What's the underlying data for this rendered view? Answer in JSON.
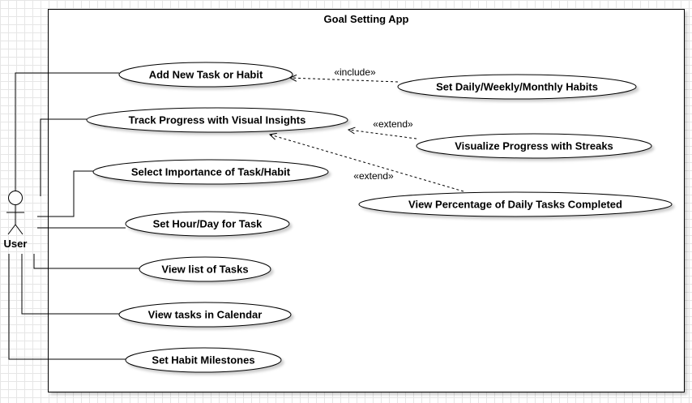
{
  "system": {
    "title": "Goal Setting App"
  },
  "actor": {
    "name": "User"
  },
  "use_cases": {
    "add_task": "Add New Task or Habit",
    "track_progress": "Track Progress with Visual Insights",
    "select_importance": "Select Importance of Task/Habit",
    "set_hour_day": "Set Hour/Day for Task",
    "view_list": "View list of Tasks",
    "view_calendar": "View tasks in Calendar",
    "set_milestones": "Set Habit Milestones",
    "set_habits": "Set Daily/Weekly/Monthly Habits",
    "visualize_streaks": "Visualize Progress with Streaks",
    "view_percentage": "View Percentage of Daily Tasks Completed"
  },
  "relations": {
    "include_label": "«include»",
    "extend_label_1": "«extend»",
    "extend_label_2": "«extend»"
  }
}
